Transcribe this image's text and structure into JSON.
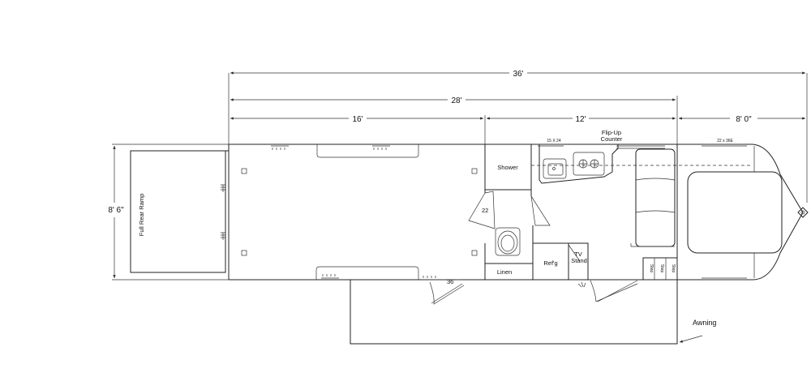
{
  "dimensions": {
    "overall": "36'",
    "box": "28'",
    "rear": "16'",
    "living": "12'",
    "gooseneck": "8' 0\"",
    "width": "8' 6\""
  },
  "labels": {
    "ramp": "Full Rear Ramp",
    "shower": "Shower",
    "linen": "Linen",
    "refrigerator": "Ref'g",
    "tv_stand_line1": "TV",
    "tv_stand_line2": "Stand",
    "flipup_line1": "Flip-Up",
    "flipup_line2": "Counter",
    "window_small": "15 X 24",
    "window_front": "22 x 36E",
    "step1": "Step",
    "step2": "Step",
    "step3": "Step",
    "door_width": "36",
    "bath_door": "22",
    "awning": "Awning"
  },
  "colors": {
    "line": "#222222",
    "background": "#ffffff"
  }
}
